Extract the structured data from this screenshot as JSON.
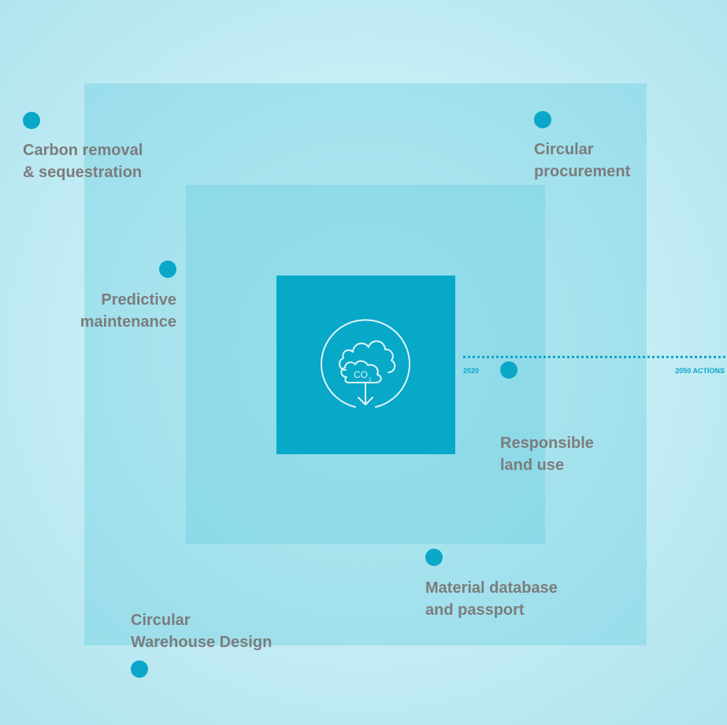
{
  "diagram": {
    "center_icon": "co2-cloud-down-icon",
    "center_text": "CO",
    "center_subscript": "2",
    "timeline": {
      "start_label": "2020",
      "end_label": "2050 ACTIONS"
    },
    "items": [
      {
        "name": "carbon-removal",
        "label": "Carbon removal\n& sequestration"
      },
      {
        "name": "circular-procurement",
        "label": "Circular\nprocurement"
      },
      {
        "name": "predictive-maintenance",
        "label": "Predictive\nmaintenance"
      },
      {
        "name": "responsible-land-use",
        "label": "Responsible\nland use"
      },
      {
        "name": "material-database",
        "label": "Material database\nand passport"
      },
      {
        "name": "circular-warehouse-design",
        "label": "Circular\nWarehouse Design"
      }
    ],
    "colors": {
      "accent": "#0aa7c8",
      "label_text": "#7c7c7c",
      "square_fill": "#67cde0"
    }
  }
}
